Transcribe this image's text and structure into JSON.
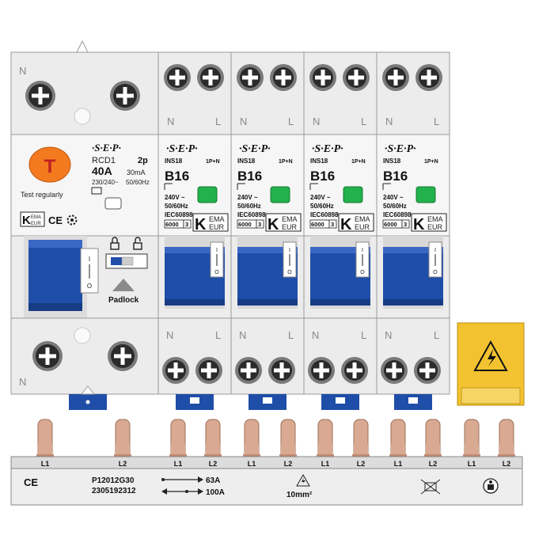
{
  "rcd": {
    "name": "RCD1",
    "poles": "2p",
    "current": "40A",
    "sensitivity": "30mA",
    "voltage": "230/240~",
    "frequency": "50/60Hz",
    "test_button_letter": "T",
    "test_label": "Test regularly",
    "ce_mark": "CE",
    "padlock_label": "Padlock",
    "terminal_top_left": "N",
    "terminal_bottom_left": "N",
    "kema_top": "EMA",
    "kema_bottom": "EUR"
  },
  "breakers": [
    {
      "brand": "·S·E·P·",
      "model": "INS18",
      "poles": "1P+N",
      "rating": "B16",
      "voltage": "240V ~",
      "frequency": "50/60Hz",
      "standard": "IEC60898",
      "capacity": "6000",
      "class": "3",
      "kema_top": "EMA",
      "kema_bottom": "EUR",
      "term_left": "N",
      "term_right": "L"
    },
    {
      "brand": "·S·E·P·",
      "model": "INS18",
      "poles": "1P+N",
      "rating": "B16",
      "voltage": "240V ~",
      "frequency": "50/60Hz",
      "standard": "IEC60898",
      "capacity": "6000",
      "class": "3",
      "kema_top": "EMA",
      "kema_bottom": "EUR",
      "term_left": "N",
      "term_right": "L"
    },
    {
      "brand": "·S·E·P·",
      "model": "INS18",
      "poles": "1P+N",
      "rating": "B16",
      "voltage": "240V ~",
      "frequency": "50/60Hz",
      "standard": "IEC60898",
      "capacity": "6000",
      "class": "3",
      "kema_top": "EMA",
      "kema_bottom": "EUR",
      "term_left": "N",
      "term_right": "L"
    },
    {
      "brand": "·S·E·P·",
      "model": "INS18",
      "poles": "1P+N",
      "rating": "B16",
      "voltage": "240V ~",
      "frequency": "50/60Hz",
      "standard": "IEC60898",
      "capacity": "6000",
      "class": "3",
      "kema_top": "EMA",
      "kema_bottom": "EUR",
      "term_left": "N",
      "term_right": "L"
    }
  ],
  "busbar": {
    "labels": [
      "L1",
      "L2",
      "L1",
      "L2",
      "L1",
      "L2",
      "L1",
      "L2",
      "L1",
      "L2",
      "L1",
      "L2"
    ],
    "ce_mark": "CE",
    "part_number": "P12012G30",
    "serial": "2305192312",
    "rating_1": "63A",
    "rating_2": "100A",
    "cross_section": "10mm²"
  },
  "colors": {
    "handle_blue": "#1f4ea8",
    "test_orange": "#f47a20",
    "indicator_green": "#22b14c",
    "pin_copper": "#d9a991",
    "warning_yellow": "#f2c230",
    "housing_grey": "#e9e9e9"
  },
  "icons": [
    "screw-icon",
    "lock-icon",
    "unlock-icon",
    "padlock-arrow-icon",
    "high-voltage-warning-icon",
    "no-bin-icon",
    "read-manual-icon"
  ]
}
